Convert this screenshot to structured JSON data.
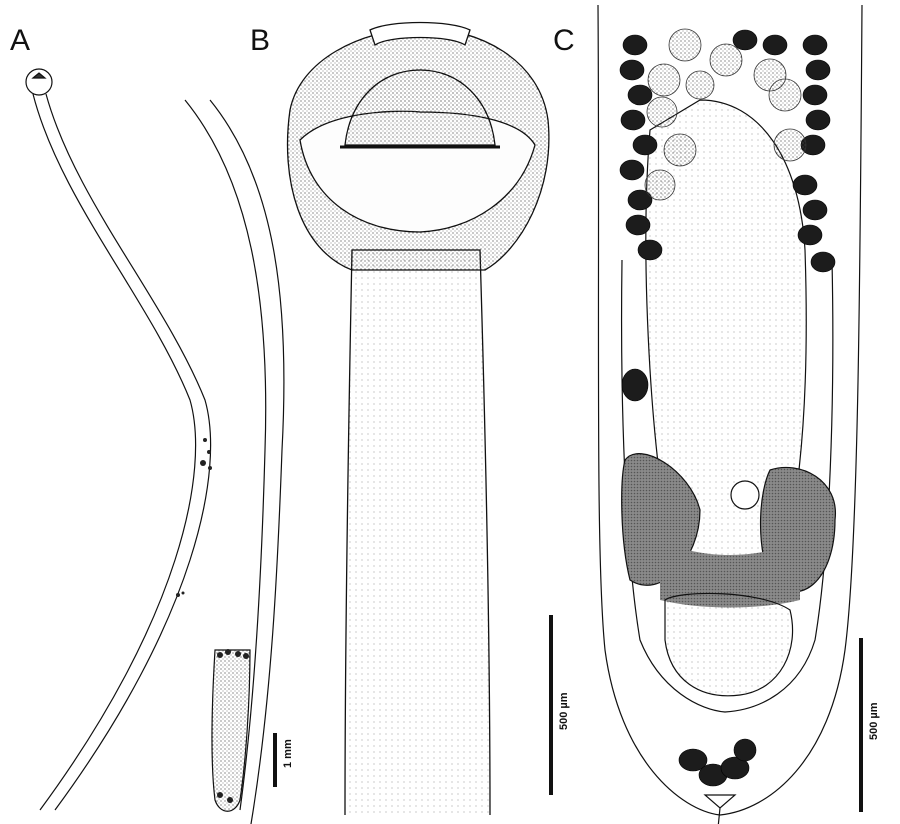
{
  "panels": [
    {
      "label": "A",
      "scale_bar": "1 mm"
    },
    {
      "label": "B",
      "scale_bar": "500 µm"
    },
    {
      "label": "C",
      "scale_bar": "500 µm"
    }
  ],
  "colors": {
    "ink": "#111111",
    "stipple": "#6a6a6a",
    "background": "#ffffff"
  }
}
